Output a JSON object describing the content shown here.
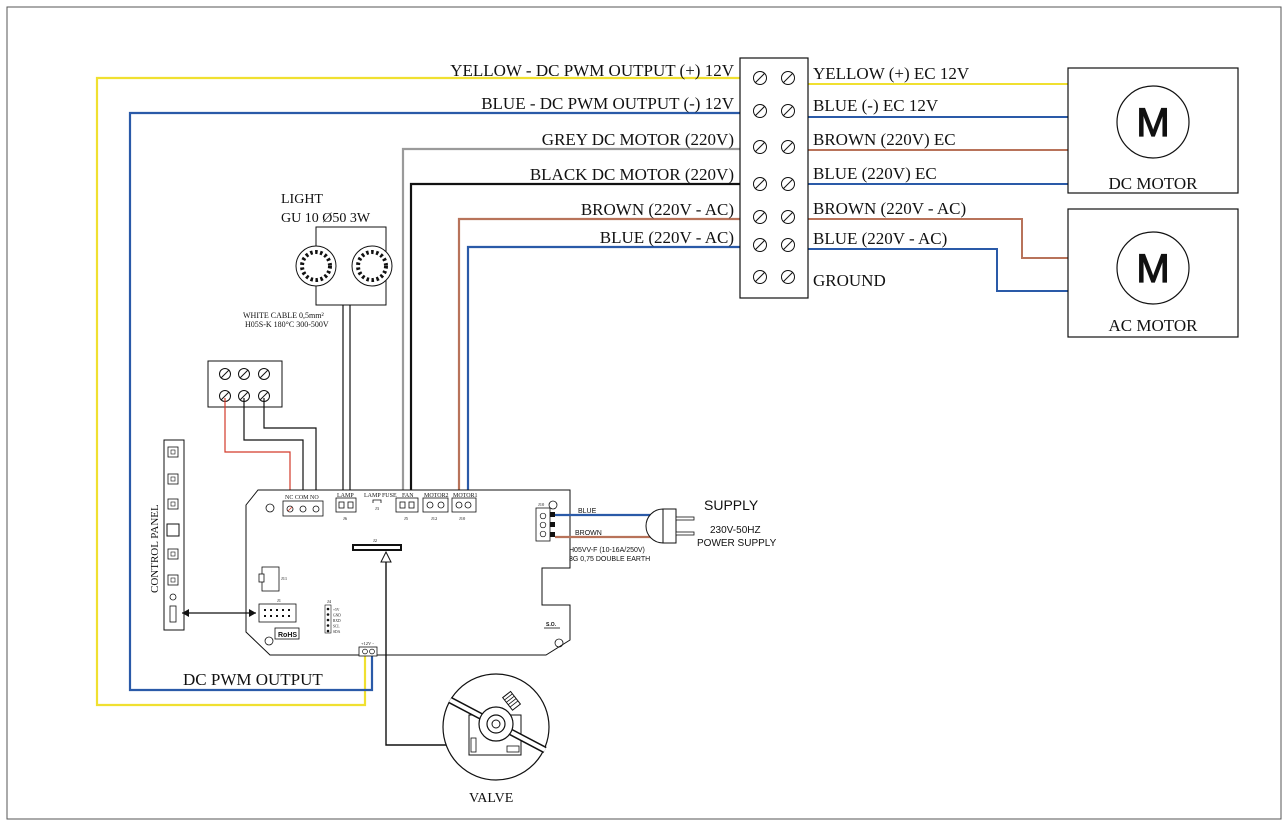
{
  "colors": {
    "yellow": "#f0e030",
    "blue": "#2a5aa8",
    "grey": "#9a9a9a",
    "black": "#111111",
    "brown": "#b8735a",
    "red": "#d33a2a"
  },
  "terminal": {
    "left_labels": [
      "YELLOW - DC PWM OUTPUT (+) 12V",
      "BLUE - DC PWM OUTPUT  (-) 12V",
      "GREY DC MOTOR (220V)",
      "BLACK DC MOTOR (220V)",
      "BROWN (220V - AC)",
      "BLUE (220V - AC)"
    ],
    "right_labels": [
      "YELLOW (+) EC 12V",
      "BLUE (-) EC 12V",
      "BROWN (220V) EC",
      "BLUE  (220V) EC",
      "BROWN (220V - AC)",
      "BLUE (220V - AC)",
      "GROUND"
    ]
  },
  "dc_motor": {
    "symbol": "M",
    "label": "DC MOTOR"
  },
  "ac_motor": {
    "symbol": "M",
    "label": "AC MOTOR"
  },
  "light": {
    "title_line1": "LIGHT",
    "title_line2": "GU 10 Ø50 3W",
    "cable_line1": "WHITE CABLE 0,5mm²",
    "cable_line2": "H05S-K 180°C 300-500V"
  },
  "control_panel": {
    "label": "CONTROL PANEL"
  },
  "board": {
    "relay_pins": "NC  COM  NO",
    "lamp": "LAMP",
    "lamp_fuse": "LAMP  FUSE",
    "j6": "J6",
    "j3": "J3",
    "j5": "J5",
    "fan": "FAN",
    "motor2": "MOTOR2",
    "motor1": "MOTOR1",
    "j12": "J12",
    "j10": "J10",
    "j2": "J2",
    "j11": "J11",
    "j4": "J4",
    "j1": "J1",
    "j9": "J9",
    "j10b": "J10",
    "rohs": "RoHS",
    "so": "S.O.",
    "pins_small": [
      "+5V",
      "GND",
      "RXD",
      "SCL",
      "SDA"
    ],
    "dc_out_pins": "+12V  -"
  },
  "supply": {
    "title": "SUPPLY",
    "line1": "230V-50HZ",
    "line2": "POWER SUPPLY",
    "wire_blue": "BLUE",
    "wire_brown": "BROWN",
    "cable_line1": "H05VV-F (10-16A/250V)",
    "cable_line2": "3G 0,75 DOUBLE EARTH"
  },
  "dc_pwm_output": "DC PWM OUTPUT",
  "valve": {
    "label": "VALVE"
  }
}
